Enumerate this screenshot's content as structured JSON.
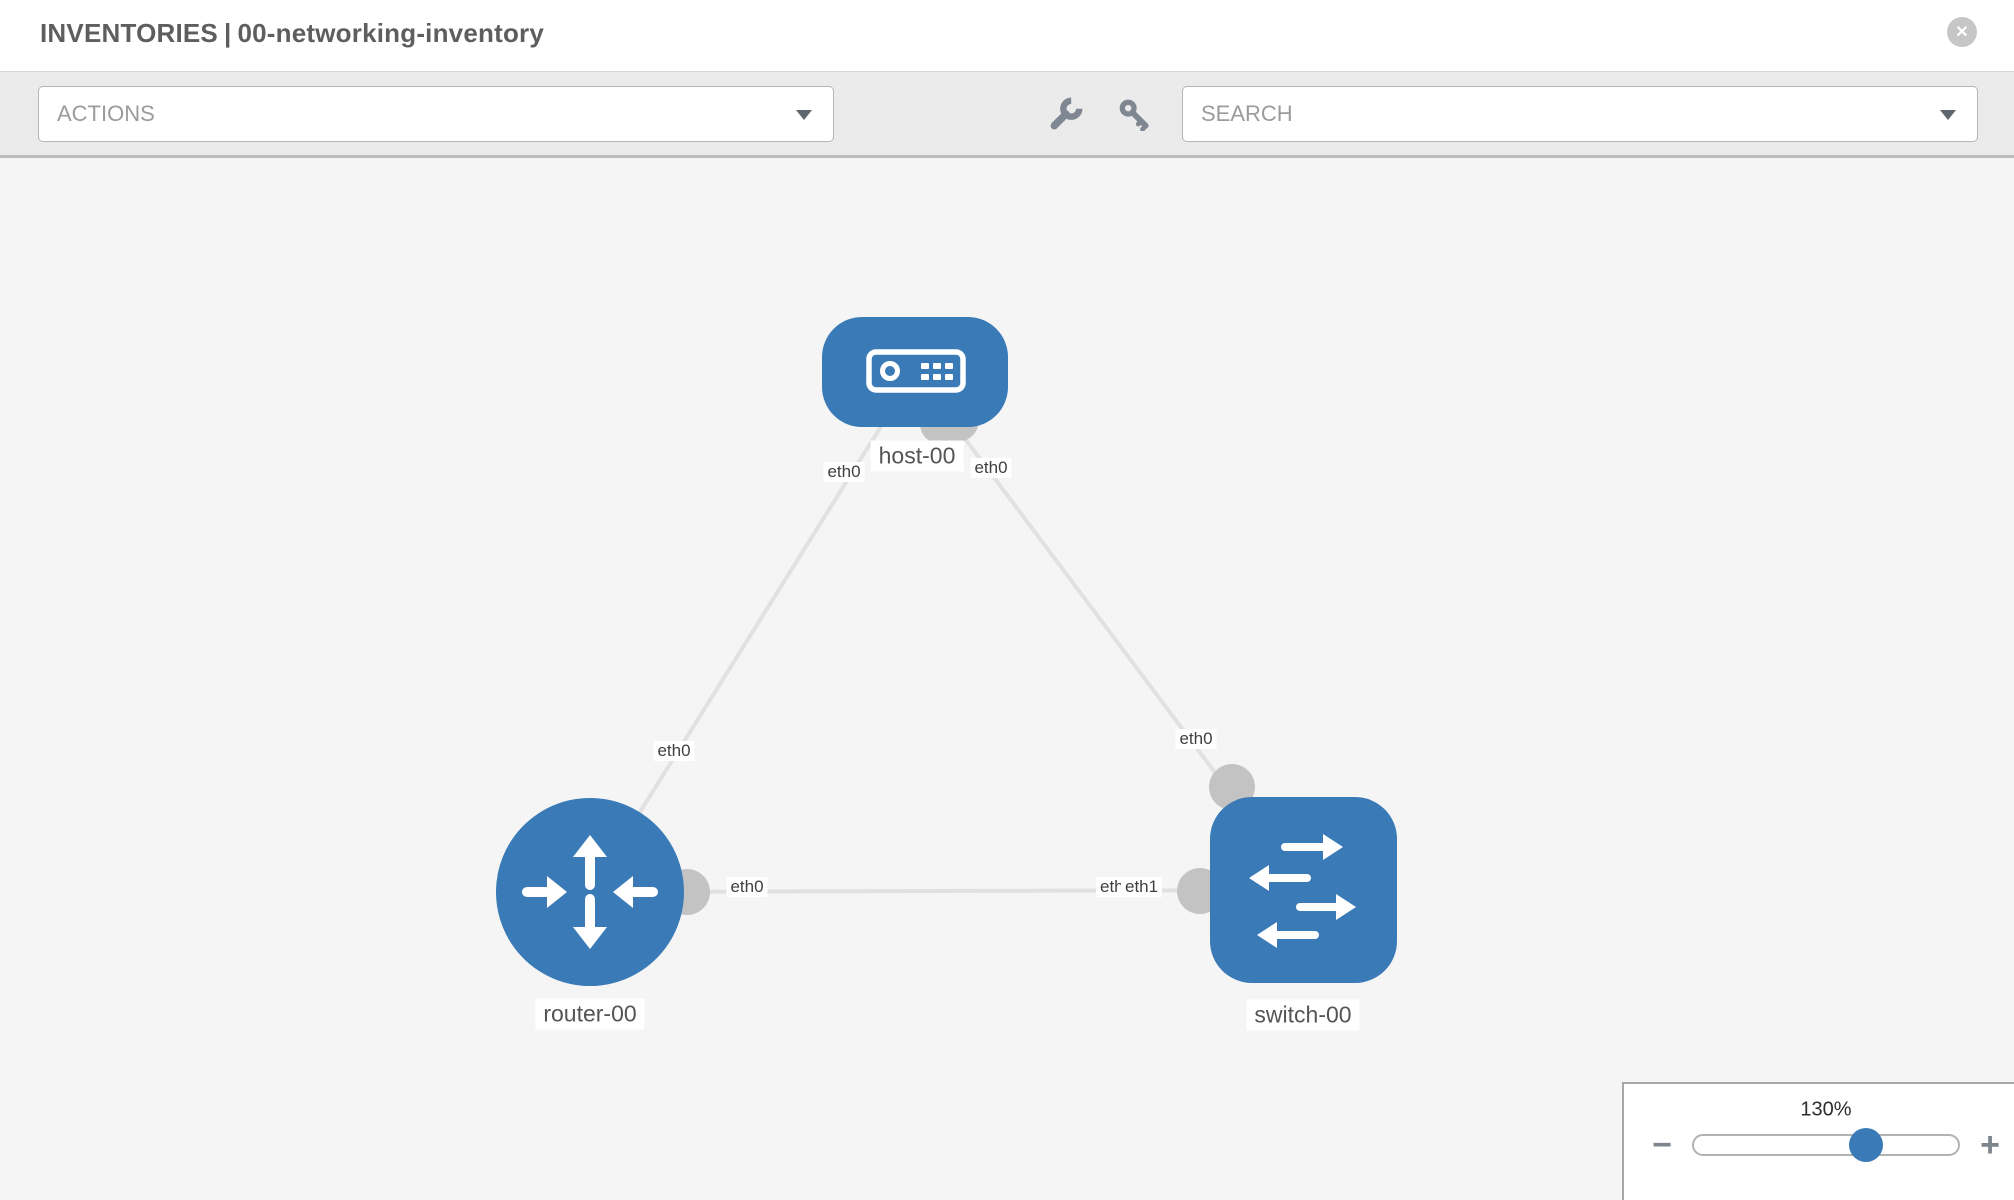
{
  "header": {
    "section": "INVENTORIES",
    "separator": "|",
    "inventory_name": "00-networking-inventory",
    "close_glyph": "✕"
  },
  "toolbar": {
    "actions_placeholder": "ACTIONS",
    "search_placeholder": "SEARCH",
    "wrench_icon": "wrench",
    "key_icon": "key"
  },
  "topology": {
    "nodes": [
      {
        "id": "host-00",
        "type": "host",
        "label": "host-00"
      },
      {
        "id": "router-00",
        "type": "router",
        "label": "router-00"
      },
      {
        "id": "switch-00",
        "type": "switch",
        "label": "switch-00"
      }
    ],
    "links": [
      {
        "source": "router-00",
        "target": "host-00",
        "source_interface": "eth0",
        "target_interface": "eth0"
      },
      {
        "source": "host-00",
        "target": "switch-00",
        "source_interface": "eth0",
        "target_interface": "eth0"
      },
      {
        "source": "router-00",
        "target": "switch-00",
        "source_interface": "eth0",
        "target_interface": "eth1"
      }
    ],
    "interface_labels": [
      {
        "text": "eth0",
        "location": "host-left"
      },
      {
        "text": "eth0",
        "location": "host-right"
      },
      {
        "text": "eth0",
        "location": "router-host-link"
      },
      {
        "text": "eth0",
        "location": "switch-host-link"
      },
      {
        "text": "eth0",
        "location": "router-right"
      },
      {
        "text": "eth0",
        "location": "switch-left-under"
      },
      {
        "text": "eth1",
        "location": "switch-left"
      }
    ]
  },
  "zoom": {
    "value": "130%",
    "minus_glyph": "−",
    "plus_glyph": "+"
  },
  "colors": {
    "node_blue": "#397ab7",
    "link_gray": "#e1e1e1",
    "port_gray": "#c3c3c3",
    "toolbar_bg": "#ebebeb",
    "canvas_bg": "#f5f5f5",
    "icon_gray": "#7f8892"
  }
}
